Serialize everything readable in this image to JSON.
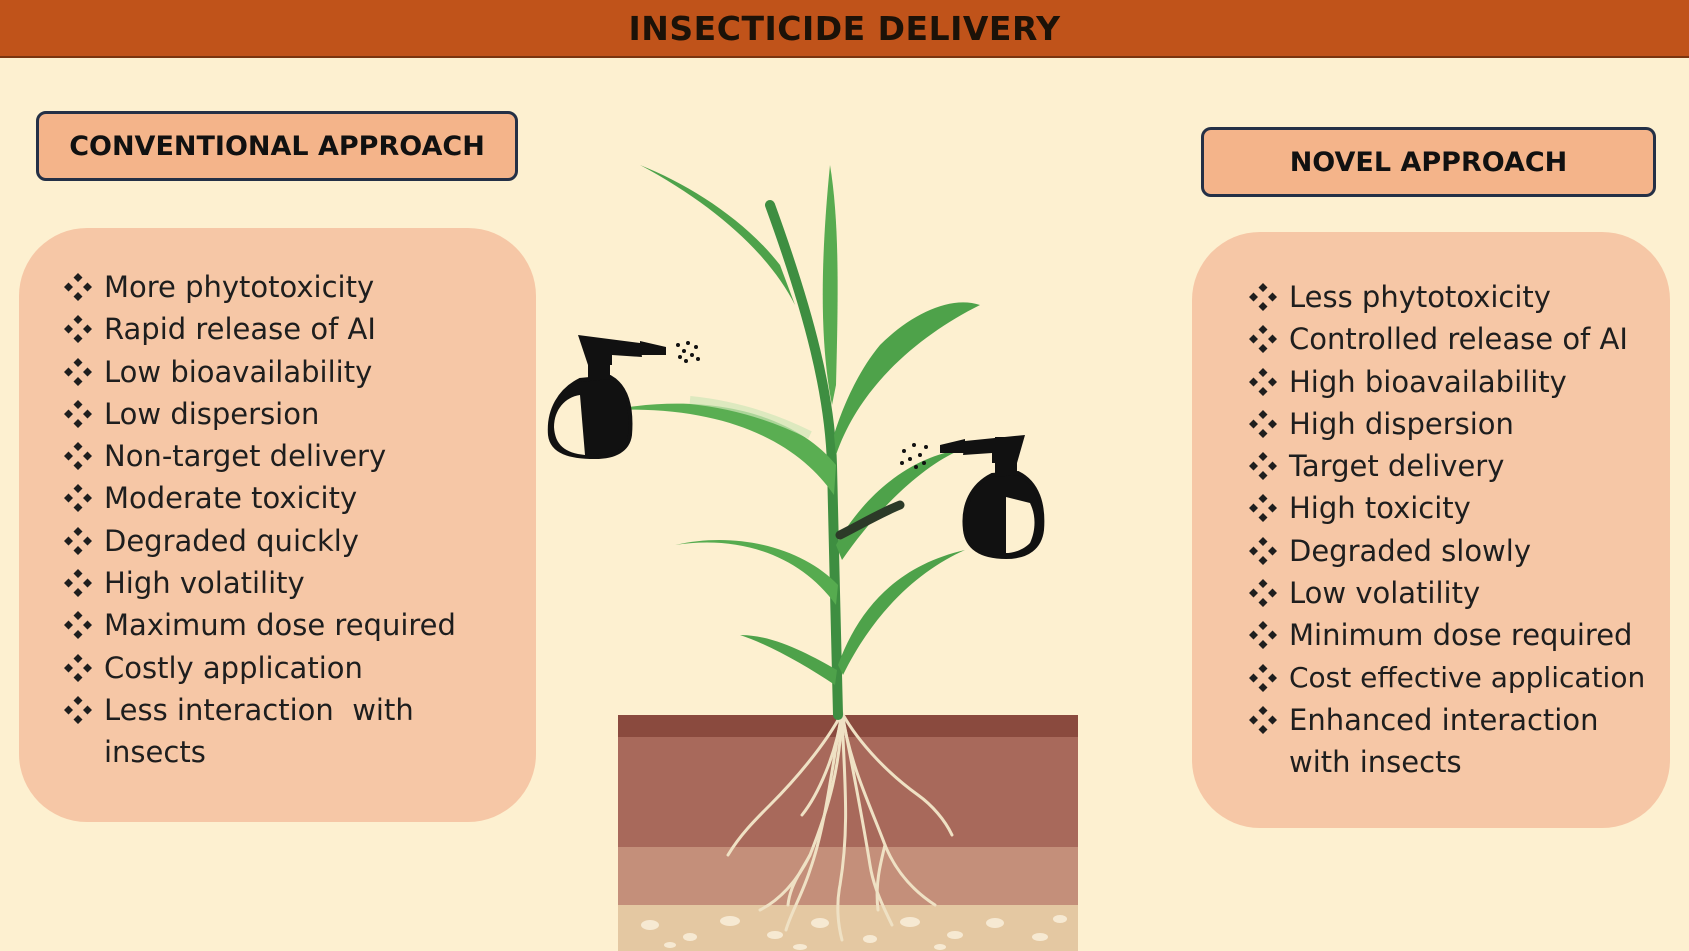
{
  "title": "INSECTICIDE DELIVERY",
  "conventional": {
    "header": "CONVENTIONAL APPROACH",
    "items": [
      "More phytotoxicity",
      "Rapid release of AI",
      "Low bioavailability",
      "Low dispersion",
      "Non-target delivery",
      "Moderate toxicity",
      "Degraded quickly",
      "High volatility",
      "Maximum dose required",
      "Costly application",
      "Less interaction  with insects"
    ]
  },
  "novel": {
    "header": "NOVEL APPROACH",
    "items": [
      "Less phytotoxicity",
      "Controlled release of AI",
      "High bioavailability",
      "High dispersion",
      "Target delivery",
      "High toxicity",
      "Degraded slowly",
      "Low volatility",
      "Minimum dose required",
      "Cost effective application",
      "Enhanced interaction with insects"
    ]
  },
  "bullet_icon": "four-diamond-bullet-icon",
  "colors": {
    "title_bar": "#c0531a",
    "background": "#fdf0d0",
    "header_fill": "#f4b48a",
    "panel_fill": "#f6c7a6",
    "leaf_green": "#4ea24a",
    "soil_top": "#8a4a3e",
    "soil_mid": "#b07263",
    "soil_bottom": "#e4c8a2"
  }
}
